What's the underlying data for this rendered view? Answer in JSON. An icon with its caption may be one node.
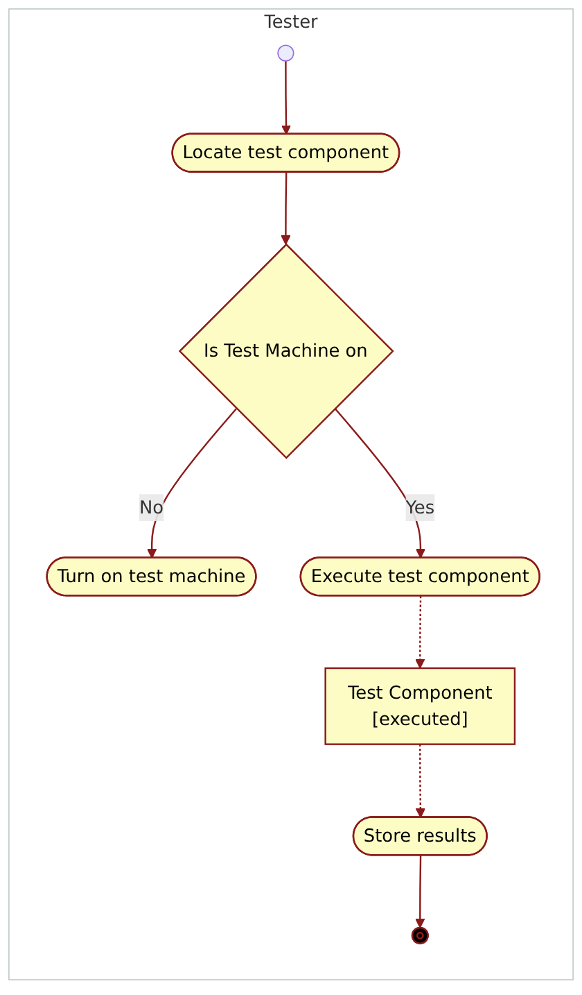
{
  "diagram": {
    "nodes": [
      {
        "text": [
          "Tester"
        ]
      },
      {
        "text": [],
        "shape": "circle",
        "in": 0
      },
      {
        "text": [
          "Locate test component"
        ],
        "in": 0
      },
      {
        "text": [
          "Is Test Machine on"
        ],
        "in": 0
      },
      {
        "text": [
          "Turn on test machine"
        ],
        "in": 0
      },
      {
        "text": [
          "Execute test component"
        ],
        "in": 0
      },
      {
        "text": [
          "Test Component",
          "[executed]"
        ],
        "in": 0
      },
      {
        "text": [
          "Store results"
        ],
        "in": 0
      },
      {
        "text": [],
        "shape": "circle",
        "in": 0
      }
    ],
    "edges": [
      {
        "from": 1,
        "to": 2,
        "arrow": "to"
      },
      {
        "from": 2,
        "to": 3,
        "arrow": "to"
      },
      {
        "from": 3,
        "to": 4,
        "arrow": "to",
        "label": "No"
      },
      {
        "from": 3,
        "to": 5,
        "arrow": "to",
        "label": "Yes"
      },
      {
        "from": 5,
        "to": 6,
        "arrow": "to",
        "style": "dashed"
      },
      {
        "from": 6,
        "to": 7,
        "arrow": "to",
        "style": "dashed"
      },
      {
        "from": 7,
        "to": 8,
        "arrow": "to"
      }
    ]
  }
}
